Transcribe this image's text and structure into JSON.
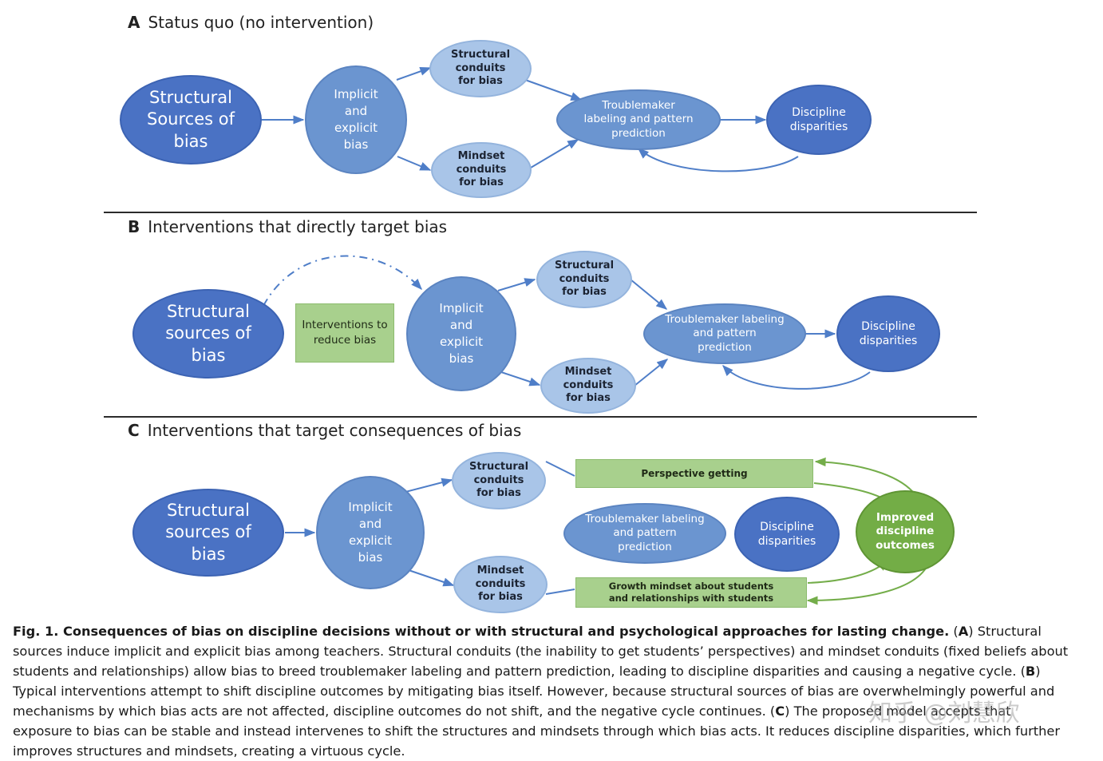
{
  "panel_a": {
    "letter": "A",
    "title": "Status quo (no intervention)",
    "structural": "Structural Sources of bias",
    "implicit": "Implicit and explicit bias",
    "structural_conduits": "Structural conduits for bias",
    "mindset_conduits": "Mindset conduits for bias",
    "troublemaker": "Troublemaker labeling and pattern prediction",
    "disparities": "Discipline disparities"
  },
  "panel_b": {
    "letter": "B",
    "title": "Interventions that directly target bias",
    "structural": "Structural sources of bias",
    "interventions": "Interventions to reduce bias",
    "implicit": "Implicit and explicit bias",
    "structural_conduits": "Structural conduits for bias",
    "mindset_conduits": "Mindset conduits for bias",
    "troublemaker": "Troublemaker labeling and pattern prediction",
    "disparities": "Discipline disparities"
  },
  "panel_c": {
    "letter": "C",
    "title": "Interventions that target consequences of bias",
    "structural": "Structural sources of bias",
    "implicit": "Implicit and explicit bias",
    "structural_conduits": "Structural conduits for bias",
    "mindset_conduits": "Mindset conduits for bias",
    "perspective": "Perspective getting",
    "growth": "Growth mindset about students and relationships with students",
    "troublemaker": "Troublemaker labeling and pattern prediction",
    "disparities": "Discipline disparities",
    "improved": "Improved discipline outcomes"
  },
  "caption": {
    "label": "Fig. 1. Consequences of bias on discipline decisions without or with structural and psychological approaches for lasting change.",
    "a_letter": "A",
    "text_a": "Structural sources induce implicit and explicit bias among teachers. Structural conduits (the inability to get students’ perspectives) and mindset conduits (fixed beliefs about students and relationships) allow bias to breed troublemaker labeling and pattern prediction, leading to discipline disparities and causing a negative cycle.",
    "b_letter": "B",
    "text_b": "Typical interventions attempt to shift discipline outcomes by mitigating bias itself. However, because structural sources of bias are overwhelmingly powerful and mechanisms by which bias acts are not affected, discipline outcomes do not shift, and the negative cycle continues.",
    "c_letter": "C",
    "text_c": "The proposed model accepts that exposure to bias can be stable and instead intervenes to shift the structures and mindsets through which bias acts. It reduces discipline disparities, which further improves structures and mindsets, creating a virtuous cycle."
  },
  "watermark": "知乎 @刘慧欣",
  "colors": {
    "dark_blue": "#4a72c4",
    "mid_blue": "#6b95d0",
    "light_blue": "#a9c5e8",
    "green": "#73ad46",
    "light_green": "#a8d08d",
    "arrow_blue": "#4f7ec8",
    "arrow_green": "#74ad4a"
  }
}
